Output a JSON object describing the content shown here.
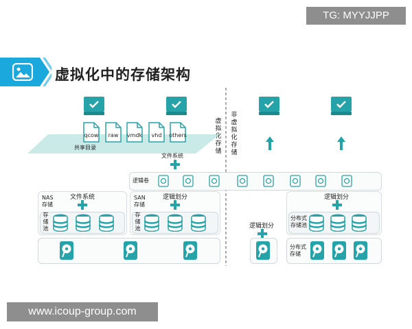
{
  "watermark_top": "TG: MYYJJPP",
  "watermark_bottom": "www.icoup-group.com",
  "title": "虚拟化中的存储架构",
  "left_section_label": "虚拟化存储",
  "right_section_label": "非虚拟化存储",
  "shared_dir_label": "共享目录",
  "file_formats": [
    "qcow",
    "raw",
    "vmdk",
    "vhd",
    "others"
  ],
  "filesystem_top_label": "文件系统",
  "logical_volume_label": "逻辑卷",
  "nas_label": "NAS\n存储",
  "nas_filesystem_label": "文件系统",
  "nas_pool_label": "存储池",
  "san_label": "SAN\n存储",
  "san_partition_label": "逻辑划分",
  "san_pool_label": "存储池",
  "middle_partition_label": "逻辑划分",
  "dist_partition_label": "逻辑划分",
  "dist_pool_label": "分布式\n存储池",
  "dist_storage_label": "分布式\n存储",
  "colors": {
    "teal": "#26a3a8",
    "teal_dark": "#1a8a8f",
    "title_bar": "#1aa8dd",
    "plane": "#bfe6e3"
  }
}
